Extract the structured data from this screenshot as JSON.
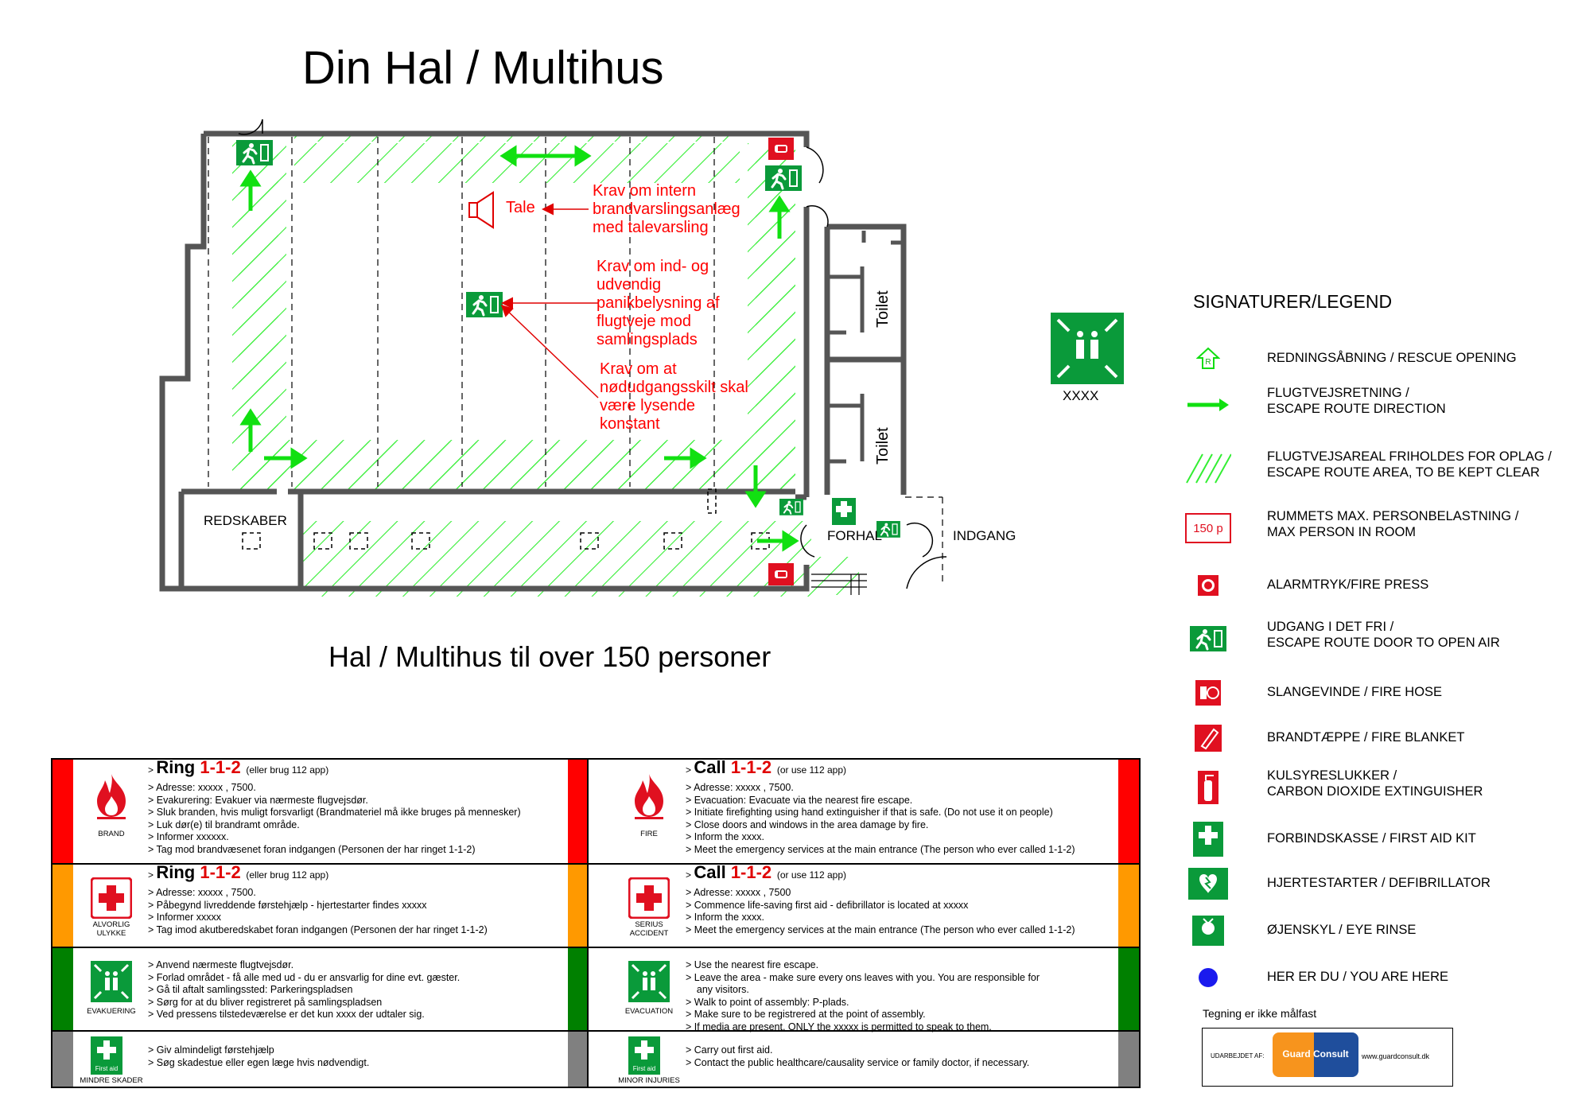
{
  "title": "Din Hal / Multihus",
  "subtitle": "Hal / Multihus til over 150 personer",
  "plan": {
    "labels": {
      "redskaber": "REDSKABER",
      "forhal": "FORHAL",
      "indgang": "INDGANG",
      "toilet1": "Toilet",
      "toilet2": "Toilet",
      "tale": "Tale"
    },
    "annotations": {
      "brandvarsling": "Krav om intern\nbrandvarslingsanlæg\nmed talevarsling",
      "panikbelysning": "Krav om ind- og\nudvendig\npanikbelysning af\nflugtveje mod\nsamlingsplads",
      "noedudgang": "Krav om at\nnødudgangsskilt skal\nvære lysende\nkonstant"
    },
    "assembly_label": "XXXX"
  },
  "legend": {
    "title": "SIGNATURER/LEGEND",
    "items": [
      {
        "icon": "rescue-opening-icon",
        "text": "REDNINGSÅBNING / RESCUE OPENING"
      },
      {
        "icon": "escape-arrow-icon",
        "text": "FLUGTVEJSRETNING /\nESCAPE ROUTE DIRECTION"
      },
      {
        "icon": "hatch-area-icon",
        "text": "FLUGTVEJSAREAL FRIHOLDES FOR OPLAG /\nESCAPE ROUTE AREA, TO BE KEPT CLEAR"
      },
      {
        "icon": "max-person-icon",
        "text": "RUMMETS MAX. PERSONBELASTNING /\nMAX PERSON IN ROOM",
        "badge": "150 p"
      },
      {
        "icon": "alarm-press-icon",
        "text": "ALARMTRYK/FIRE PRESS"
      },
      {
        "icon": "exit-door-icon",
        "text": "UDGANG I DET FRI /\nESCAPE ROUTE DOOR TO OPEN AIR"
      },
      {
        "icon": "fire-hose-icon",
        "text": "SLANGEVINDE / FIRE HOSE"
      },
      {
        "icon": "fire-blanket-icon",
        "text": "BRANDTÆPPE / FIRE BLANKET"
      },
      {
        "icon": "extinguisher-icon",
        "text": "KULSYRESLUKKER /\nCARBON DIOXIDE EXTINGUISHER"
      },
      {
        "icon": "first-aid-kit-icon",
        "text": "FORBINDSKASSE / FIRST AID KIT"
      },
      {
        "icon": "defibrillator-icon",
        "text": "HJERTESTARTER / DEFIBRILLATOR"
      },
      {
        "icon": "eye-rinse-icon",
        "text": "ØJENSKYL / EYE RINSE"
      },
      {
        "icon": "you-are-here-icon",
        "text": "HER ER DU / YOU ARE HERE"
      }
    ],
    "scale_note": "Tegning er ikke målfast",
    "credit": {
      "made_by": "UDARBEJDET AF:",
      "logo_text": "Guard Consult",
      "url": "www.guardconsult.dk"
    }
  },
  "table": {
    "colors": {
      "red": "#ff0000",
      "orange": "#ff9900",
      "green": "#008000",
      "gray": "#808080"
    },
    "rows": [
      {
        "danish": {
          "caption": "BRAND",
          "ring_word": "Ring",
          "ring_num": "1-1-2",
          "ring_note": "(eller brug 112 app)",
          "lines": "> Adresse: xxxxx , 7500.\n> Evakurering: Evakuer via nærmeste flugvejsdør.\n> Sluk branden, hvis muligt forsvarligt (Brandmateriel må ikke bruges på mennesker)\n> Luk dør(e) til brandramt område.\n> Informer xxxxxx.\n> Tag mod brandvæsenet foran indgangen (Personen der har ringet 1-1-2)"
        },
        "english": {
          "caption": "FIRE",
          "ring_word": "Call",
          "ring_num": "1-1-2",
          "ring_note": "(or use 112 app)",
          "lines": "> Adresse: xxxxx , 7500.\n> Evacuation: Evacuate via the nearest fire escape.\n> Initiate firefighting using hand extinguisher if that is safe. (Do not use it on people)\n> Close doors and windows in the area damage by fire.\n> Inform the xxxx.\n> Meet the emergency services at the main entrance (The person who ever called 1-1-2)"
        }
      },
      {
        "danish": {
          "caption": "ALVORLIG\nULYKKE",
          "ring_word": "Ring",
          "ring_num": "1-1-2",
          "ring_note": "(eller brug 112 app)",
          "lines": "> Adresse: xxxxx , 7500.\n> Påbegynd livreddende førstehjælp - hjertestarter findes xxxxx\n> Informer xxxxx\n> Tag imod akutberedskabet foran indgangen (Personen der har ringet 1-1-2)"
        },
        "english": {
          "caption": "SERIUS\nACCIDENT",
          "ring_word": "Call",
          "ring_num": "1-1-2",
          "ring_note": "(or use 112 app)",
          "lines": "> Adresse: xxxxx , 7500\n> Commence life-saving first aid - defibrillator is located at xxxxx\n> Inform the xxxx.\n> Meet the emergency services at the main entrance (The person who ever called 1-1-2)"
        }
      },
      {
        "danish": {
          "caption": "EVAKUERING",
          "lines": "> Anvend nærmeste flugtvejsdør.\n> Forlad området - få alle med ud - du er ansvarlig for dine evt. gæster.\n> Gå til aftalt samlingssted: Parkeringspladsen\n> Sørg for at du bliver registreret på samlingspladsen\n> Ved pressens tilstedeværelse er det kun xxxx der udtaler sig."
        },
        "english": {
          "caption": "EVACUATION",
          "lines": "> Use the nearest fire escape.\n> Leave the area - make sure every ons leaves with you. You are responsible for\n    any visitors.\n> Walk to point of assembly: P-plads.\n> Make sure to be registrered at the point of assembly.\n> If media are present, ONLY the xxxxx is permitted to speak to them."
        }
      },
      {
        "danish": {
          "caption": "MINDRE SKADER",
          "icon_label": "First aid",
          "lines": "> Giv almindeligt førstehjælp\n> Søg skadestue eller egen læge hvis nødvendigt."
        },
        "english": {
          "caption": "MINOR INJURIES",
          "icon_label": "First aid",
          "lines": "> Carry out first aid.\n> Contact the public healthcare/causality service or family doctor, if necessary."
        }
      }
    ]
  },
  "sign_labels": {
    "first_aid": "First aid",
    "eye": "ØJENSKYL"
  }
}
